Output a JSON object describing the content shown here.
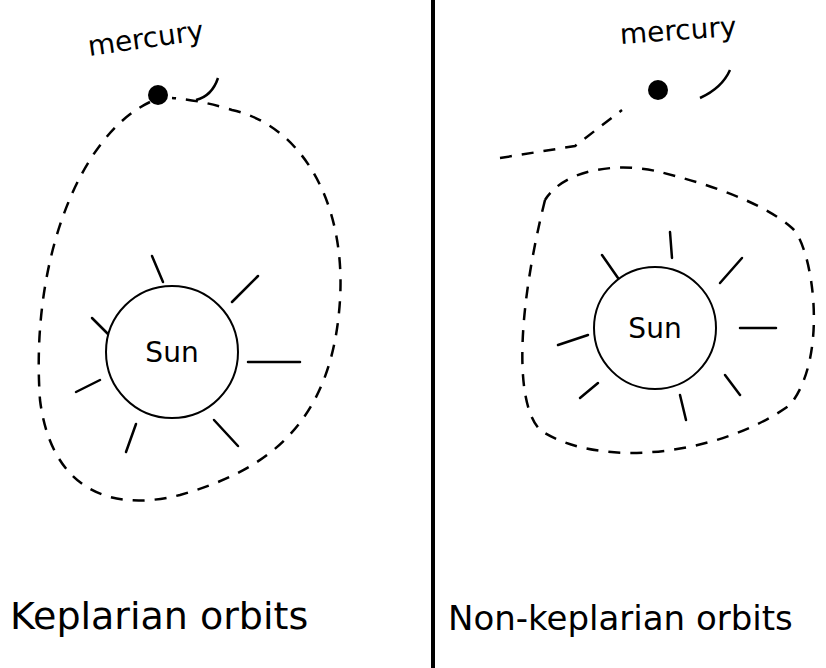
{
  "diagram": {
    "nodes": [
      {
        "text": [
          "Sun"
        ]
      },
      {
        "text": [
          "Sun"
        ]
      }
    ],
    "labels": [
      "mercury",
      "Keplarian orbits",
      "mercury",
      "Non-keplarian orbits"
    ]
  }
}
